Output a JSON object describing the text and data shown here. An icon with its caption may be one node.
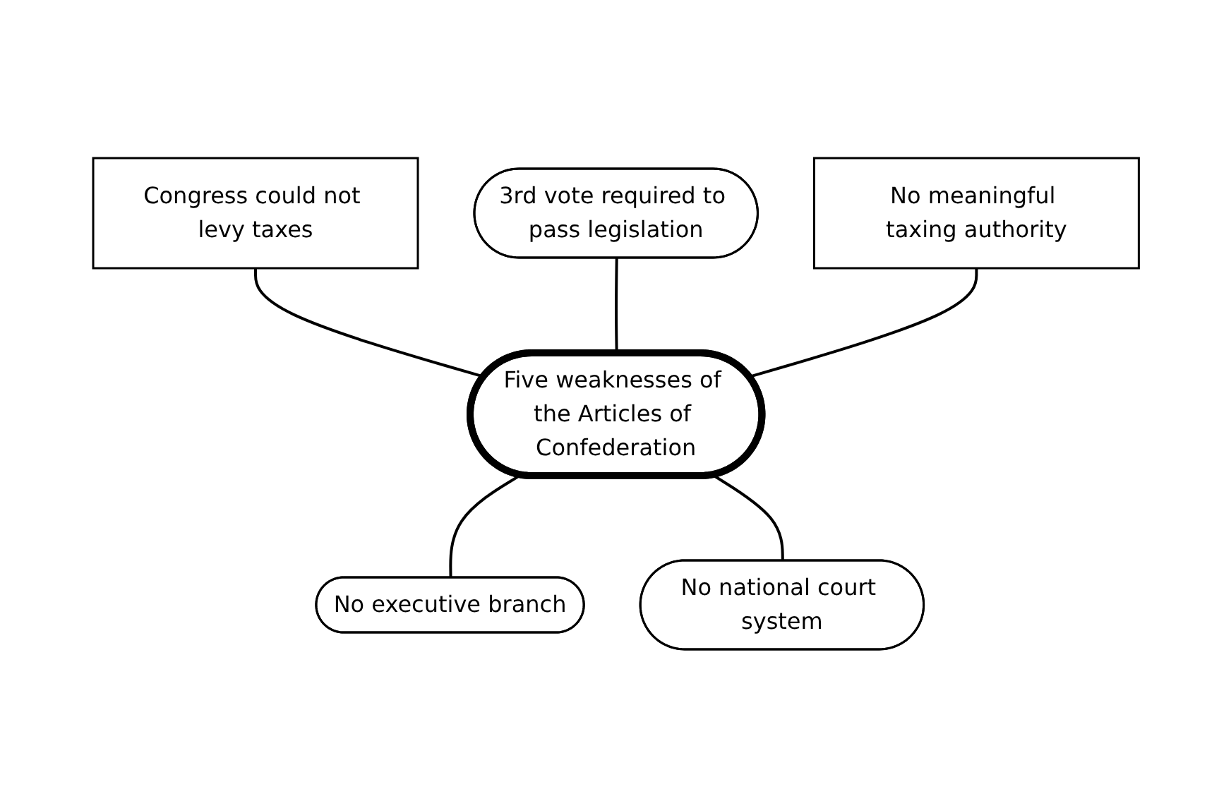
{
  "diagram": {
    "nodes": [
      {
        "text": [
          "3rd vote required to pass legislation"
        ]
      },
      {
        "text": [
          "Congress could not levy taxes"
        ]
      },
      {
        "text": [
          "No meaningful taxing authority"
        ]
      },
      {
        "text": [
          "Five weaknesses of the Articles of Confederation"
        ]
      },
      {
        "text": [
          "No executive branch"
        ]
      },
      {
        "text": [
          "No national court system"
        ]
      }
    ],
    "edges": [
      {
        "from": 1,
        "to": 3,
        "arrow": "none"
      },
      {
        "from": 0,
        "to": 3,
        "arrow": "none"
      },
      {
        "from": 2,
        "to": 3,
        "arrow": "none"
      },
      {
        "from": 3,
        "to": 4,
        "arrow": "none"
      },
      {
        "from": 3,
        "to": 5,
        "arrow": "none"
      }
    ]
  }
}
